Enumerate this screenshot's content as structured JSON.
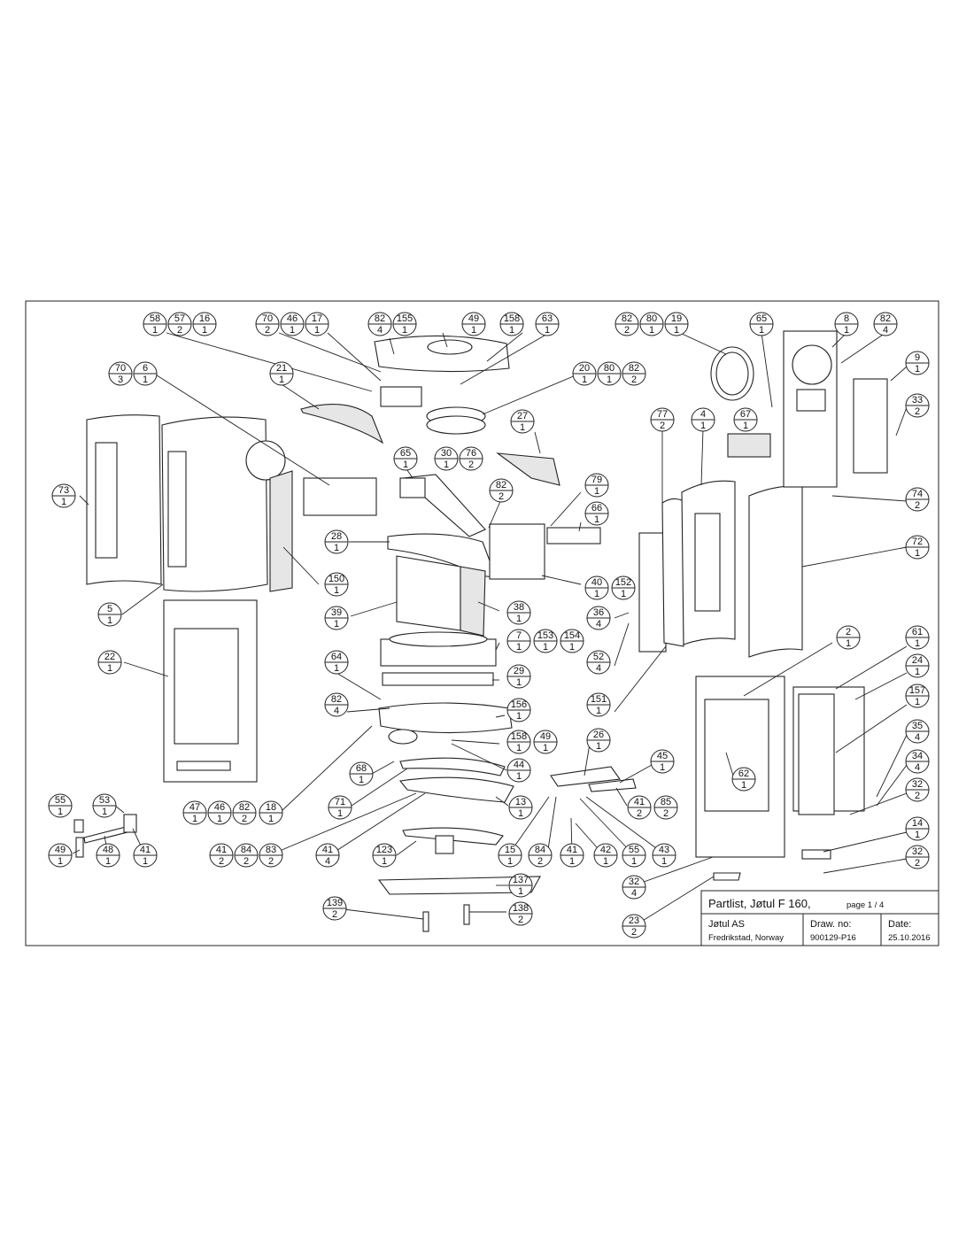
{
  "title_block": {
    "title": "Partlist, Jøtul F 160,",
    "page": "page 1 / 4",
    "company": "Jøtul AS",
    "location": "Fredrikstad, Norway",
    "draw_no_label": "Draw. no:",
    "draw_no": "900129-P16",
    "date_label": "Date:",
    "date": "25.10.2016"
  },
  "balloons": [
    {
      "part": "58",
      "qty": "1"
    },
    {
      "part": "57",
      "qty": "2"
    },
    {
      "part": "16",
      "qty": "1"
    },
    {
      "part": "70",
      "qty": "2"
    },
    {
      "part": "46",
      "qty": "1"
    },
    {
      "part": "17",
      "qty": "1"
    },
    {
      "part": "82",
      "qty": "4"
    },
    {
      "part": "155",
      "qty": "1"
    },
    {
      "part": "49",
      "qty": "1"
    },
    {
      "part": "158",
      "qty": "1"
    },
    {
      "part": "63",
      "qty": "1"
    },
    {
      "part": "82",
      "qty": "2"
    },
    {
      "part": "80",
      "qty": "1"
    },
    {
      "part": "19",
      "qty": "1"
    },
    {
      "part": "65",
      "qty": "1"
    },
    {
      "part": "8",
      "qty": "1"
    },
    {
      "part": "82",
      "qty": "4"
    },
    {
      "part": "70",
      "qty": "3"
    },
    {
      "part": "6",
      "qty": "1"
    },
    {
      "part": "21",
      "qty": "1"
    },
    {
      "part": "20",
      "qty": "1"
    },
    {
      "part": "80",
      "qty": "1"
    },
    {
      "part": "82",
      "qty": "2"
    },
    {
      "part": "9",
      "qty": "1"
    },
    {
      "part": "33",
      "qty": "2"
    },
    {
      "part": "27",
      "qty": "1"
    },
    {
      "part": "77",
      "qty": "2"
    },
    {
      "part": "4",
      "qty": "1"
    },
    {
      "part": "67",
      "qty": "1"
    },
    {
      "part": "65",
      "qty": "1"
    },
    {
      "part": "30",
      "qty": "1"
    },
    {
      "part": "76",
      "qty": "2"
    },
    {
      "part": "73",
      "qty": "1"
    },
    {
      "part": "82",
      "qty": "2"
    },
    {
      "part": "79",
      "qty": "1"
    },
    {
      "part": "74",
      "qty": "2"
    },
    {
      "part": "66",
      "qty": "1"
    },
    {
      "part": "28",
      "qty": "1"
    },
    {
      "part": "72",
      "qty": "1"
    },
    {
      "part": "150",
      "qty": "1"
    },
    {
      "part": "40",
      "qty": "1"
    },
    {
      "part": "152",
      "qty": "1"
    },
    {
      "part": "5",
      "qty": "1"
    },
    {
      "part": "39",
      "qty": "1"
    },
    {
      "part": "38",
      "qty": "1"
    },
    {
      "part": "36",
      "qty": "4"
    },
    {
      "part": "22",
      "qty": "1"
    },
    {
      "part": "7",
      "qty": "1"
    },
    {
      "part": "153",
      "qty": "1"
    },
    {
      "part": "154",
      "qty": "1"
    },
    {
      "part": "2",
      "qty": "1"
    },
    {
      "part": "61",
      "qty": "1"
    },
    {
      "part": "64",
      "qty": "1"
    },
    {
      "part": "52",
      "qty": "4"
    },
    {
      "part": "24",
      "qty": "1"
    },
    {
      "part": "29",
      "qty": "1"
    },
    {
      "part": "82",
      "qty": "4"
    },
    {
      "part": "151",
      "qty": "1"
    },
    {
      "part": "157",
      "qty": "1"
    },
    {
      "part": "156",
      "qty": "1"
    },
    {
      "part": "35",
      "qty": "4"
    },
    {
      "part": "158",
      "qty": "1"
    },
    {
      "part": "49",
      "qty": "1"
    },
    {
      "part": "26",
      "qty": "1"
    },
    {
      "part": "34",
      "qty": "4"
    },
    {
      "part": "68",
      "qty": "1"
    },
    {
      "part": "44",
      "qty": "1"
    },
    {
      "part": "45",
      "qty": "1"
    },
    {
      "part": "62",
      "qty": "1"
    },
    {
      "part": "32",
      "qty": "2"
    },
    {
      "part": "55",
      "qty": "1"
    },
    {
      "part": "53",
      "qty": "1"
    },
    {
      "part": "71",
      "qty": "1"
    },
    {
      "part": "13",
      "qty": "1"
    },
    {
      "part": "41",
      "qty": "2"
    },
    {
      "part": "85",
      "qty": "2"
    },
    {
      "part": "47",
      "qty": "1"
    },
    {
      "part": "46",
      "qty": "1"
    },
    {
      "part": "82",
      "qty": "2"
    },
    {
      "part": "18",
      "qty": "1"
    },
    {
      "part": "14",
      "qty": "1"
    },
    {
      "part": "41",
      "qty": "2"
    },
    {
      "part": "84",
      "qty": "2"
    },
    {
      "part": "83",
      "qty": "2"
    },
    {
      "part": "41",
      "qty": "4"
    },
    {
      "part": "123",
      "qty": "1"
    },
    {
      "part": "15",
      "qty": "1"
    },
    {
      "part": "84",
      "qty": "2"
    },
    {
      "part": "41",
      "qty": "1"
    },
    {
      "part": "42",
      "qty": "1"
    },
    {
      "part": "55",
      "qty": "1"
    },
    {
      "part": "43",
      "qty": "1"
    },
    {
      "part": "32",
      "qty": "2"
    },
    {
      "part": "49",
      "qty": "1"
    },
    {
      "part": "48",
      "qty": "1"
    },
    {
      "part": "41",
      "qty": "1"
    },
    {
      "part": "137",
      "qty": "1"
    },
    {
      "part": "32",
      "qty": "4"
    },
    {
      "part": "139",
      "qty": "2"
    },
    {
      "part": "138",
      "qty": "2"
    },
    {
      "part": "23",
      "qty": "2"
    }
  ]
}
